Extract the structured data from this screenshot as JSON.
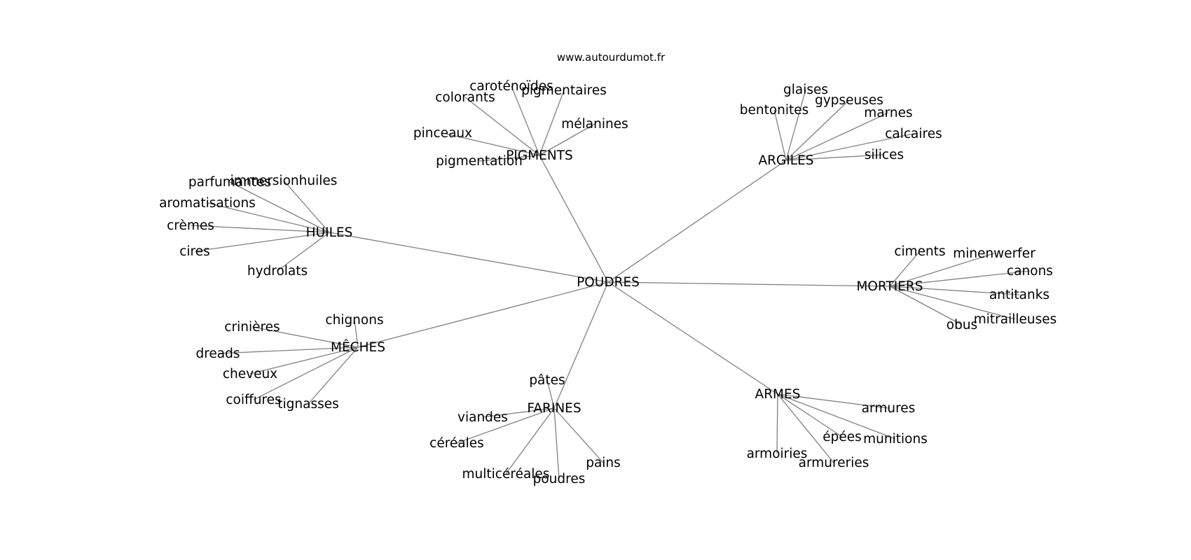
{
  "source_label": "www.autourdumot.fr",
  "graph": {
    "root": "POUDRES",
    "clusters": [
      {
        "hub": "PIGMENTS",
        "leaves": [
          "caroténoïdes",
          "pigmentaires",
          "colorants",
          "mélanines",
          "pinceaux",
          "pigmentation"
        ]
      },
      {
        "hub": "ARGILES",
        "leaves": [
          "glaises",
          "gypseuses",
          "bentonites",
          "marnes",
          "calcaires",
          "silices"
        ]
      },
      {
        "hub": "HUILES",
        "leaves": [
          "parfumantes",
          "immersionhuiles",
          "aromatisations",
          "crèmes",
          "cires",
          "hydrolats"
        ]
      },
      {
        "hub": "MORTIERS",
        "leaves": [
          "ciments",
          "minenwerfer",
          "canons",
          "antitanks",
          "mitrailleuses",
          "obus"
        ]
      },
      {
        "hub": "MÊCHES",
        "leaves": [
          "chignons",
          "crinières",
          "dreads",
          "cheveux",
          "coiffures",
          "tignasses"
        ]
      },
      {
        "hub": "FARINES",
        "leaves": [
          "pâtes",
          "viandes",
          "céréales",
          "multicéréales",
          "poudres",
          "pains"
        ]
      },
      {
        "hub": "ARMES",
        "leaves": [
          "armures",
          "épées",
          "munitions",
          "armoiries",
          "armureries"
        ]
      }
    ]
  }
}
